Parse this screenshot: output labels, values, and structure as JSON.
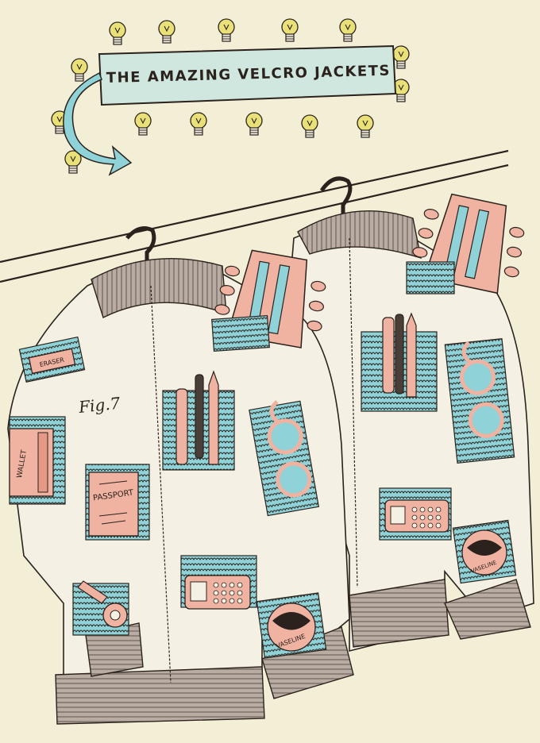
{
  "banner": {
    "title": "THE AMAZING VELCRO JACKETS",
    "icon": "light-bulb-icon",
    "color": "#cfe7df"
  },
  "caption": "Fig.7",
  "labels": {
    "eraser": "ERASER",
    "wallet": "WALLET",
    "passport": "PASSPORT",
    "vaseline": "VASELINE"
  },
  "colors": {
    "background": "#f3efd6",
    "jacket": "#f4f1e4",
    "knit": "#b9ada3",
    "velcro": "#8fd3d8",
    "item": "#f0b2a1",
    "ink": "#2b221d",
    "bulb": "#e9e077"
  }
}
